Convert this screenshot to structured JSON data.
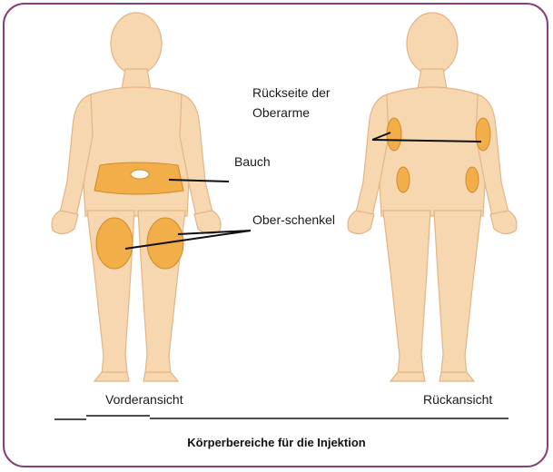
{
  "labels": {
    "back_upper_arms_line1": "Rückseite der",
    "back_upper_arms_line2": "Oberarme",
    "abdomen": "Bauch",
    "thighs": "Ober-schenkel",
    "front_view": "Vorderansicht",
    "back_view": "Rückansicht"
  },
  "caption": "Körperbereiche für die Injektion",
  "colors": {
    "skin": "#f7d7b0",
    "skin_outline": "#e3b586",
    "injection_zone": "#f2ae48",
    "frame_border": "#8a3f72",
    "pointer_line": "#111111"
  }
}
